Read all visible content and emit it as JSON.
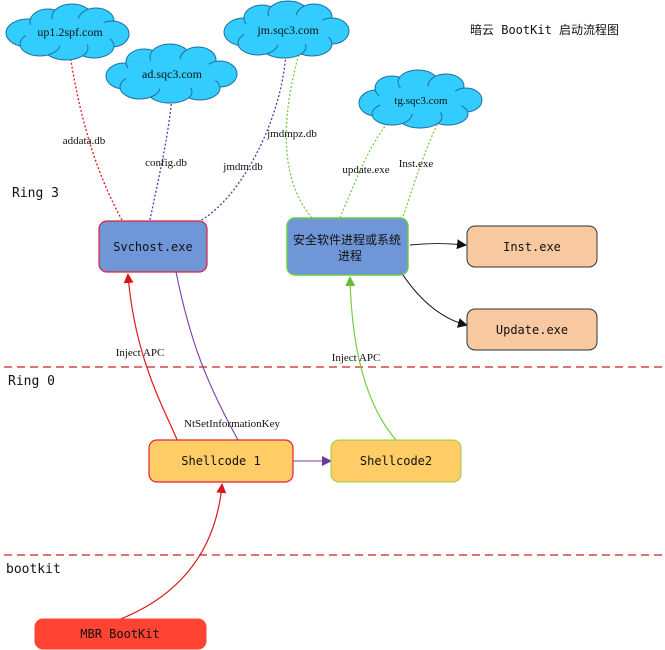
{
  "title": "暗云 BootKit 启动流程图",
  "rings": {
    "ring3": "Ring 3",
    "ring0": "Ring 0",
    "bootkit": "bootkit"
  },
  "clouds": {
    "up1": "up1.2spf.com",
    "ad": "ad.sqc3.com",
    "jm": "jm.sqc3.com",
    "tg": "tg.sqc3.com"
  },
  "nodes": {
    "svchost": "Svchost.exe",
    "security_line1": "安全软件进程或系统",
    "security_line2": "进程",
    "inst": "Inst.exe",
    "update": "Update.exe",
    "shellcode1": "Shellcode 1",
    "shellcode2": "Shellcode2",
    "mbr": "MBR BootKit"
  },
  "edge_labels": {
    "addata": "addata.db",
    "config": "config.db",
    "jmdmpz": "jmdmpz.db",
    "jmdm": "jmdm.db",
    "update_exe": "update.exe",
    "inst_exe": "Inst.exe",
    "inject_apc_left": "Inject APC",
    "inject_apc_right": "Inject APC",
    "ntset": "NtSetInformationKey"
  },
  "colors": {
    "cloud_fill": "#33ccff",
    "svchost_fill": "#6f96d6",
    "svchost_border": "#e0203a",
    "security_border": "#66cc44",
    "exe_fill": "#f8c8a0",
    "shellcode_fill": "#ffcc66",
    "mbr_fill": "#ff4433",
    "divider": "#cc2222",
    "red_edge": "#e01818",
    "purple_edge": "#7a3fa8",
    "green_edge": "#77cc44"
  }
}
